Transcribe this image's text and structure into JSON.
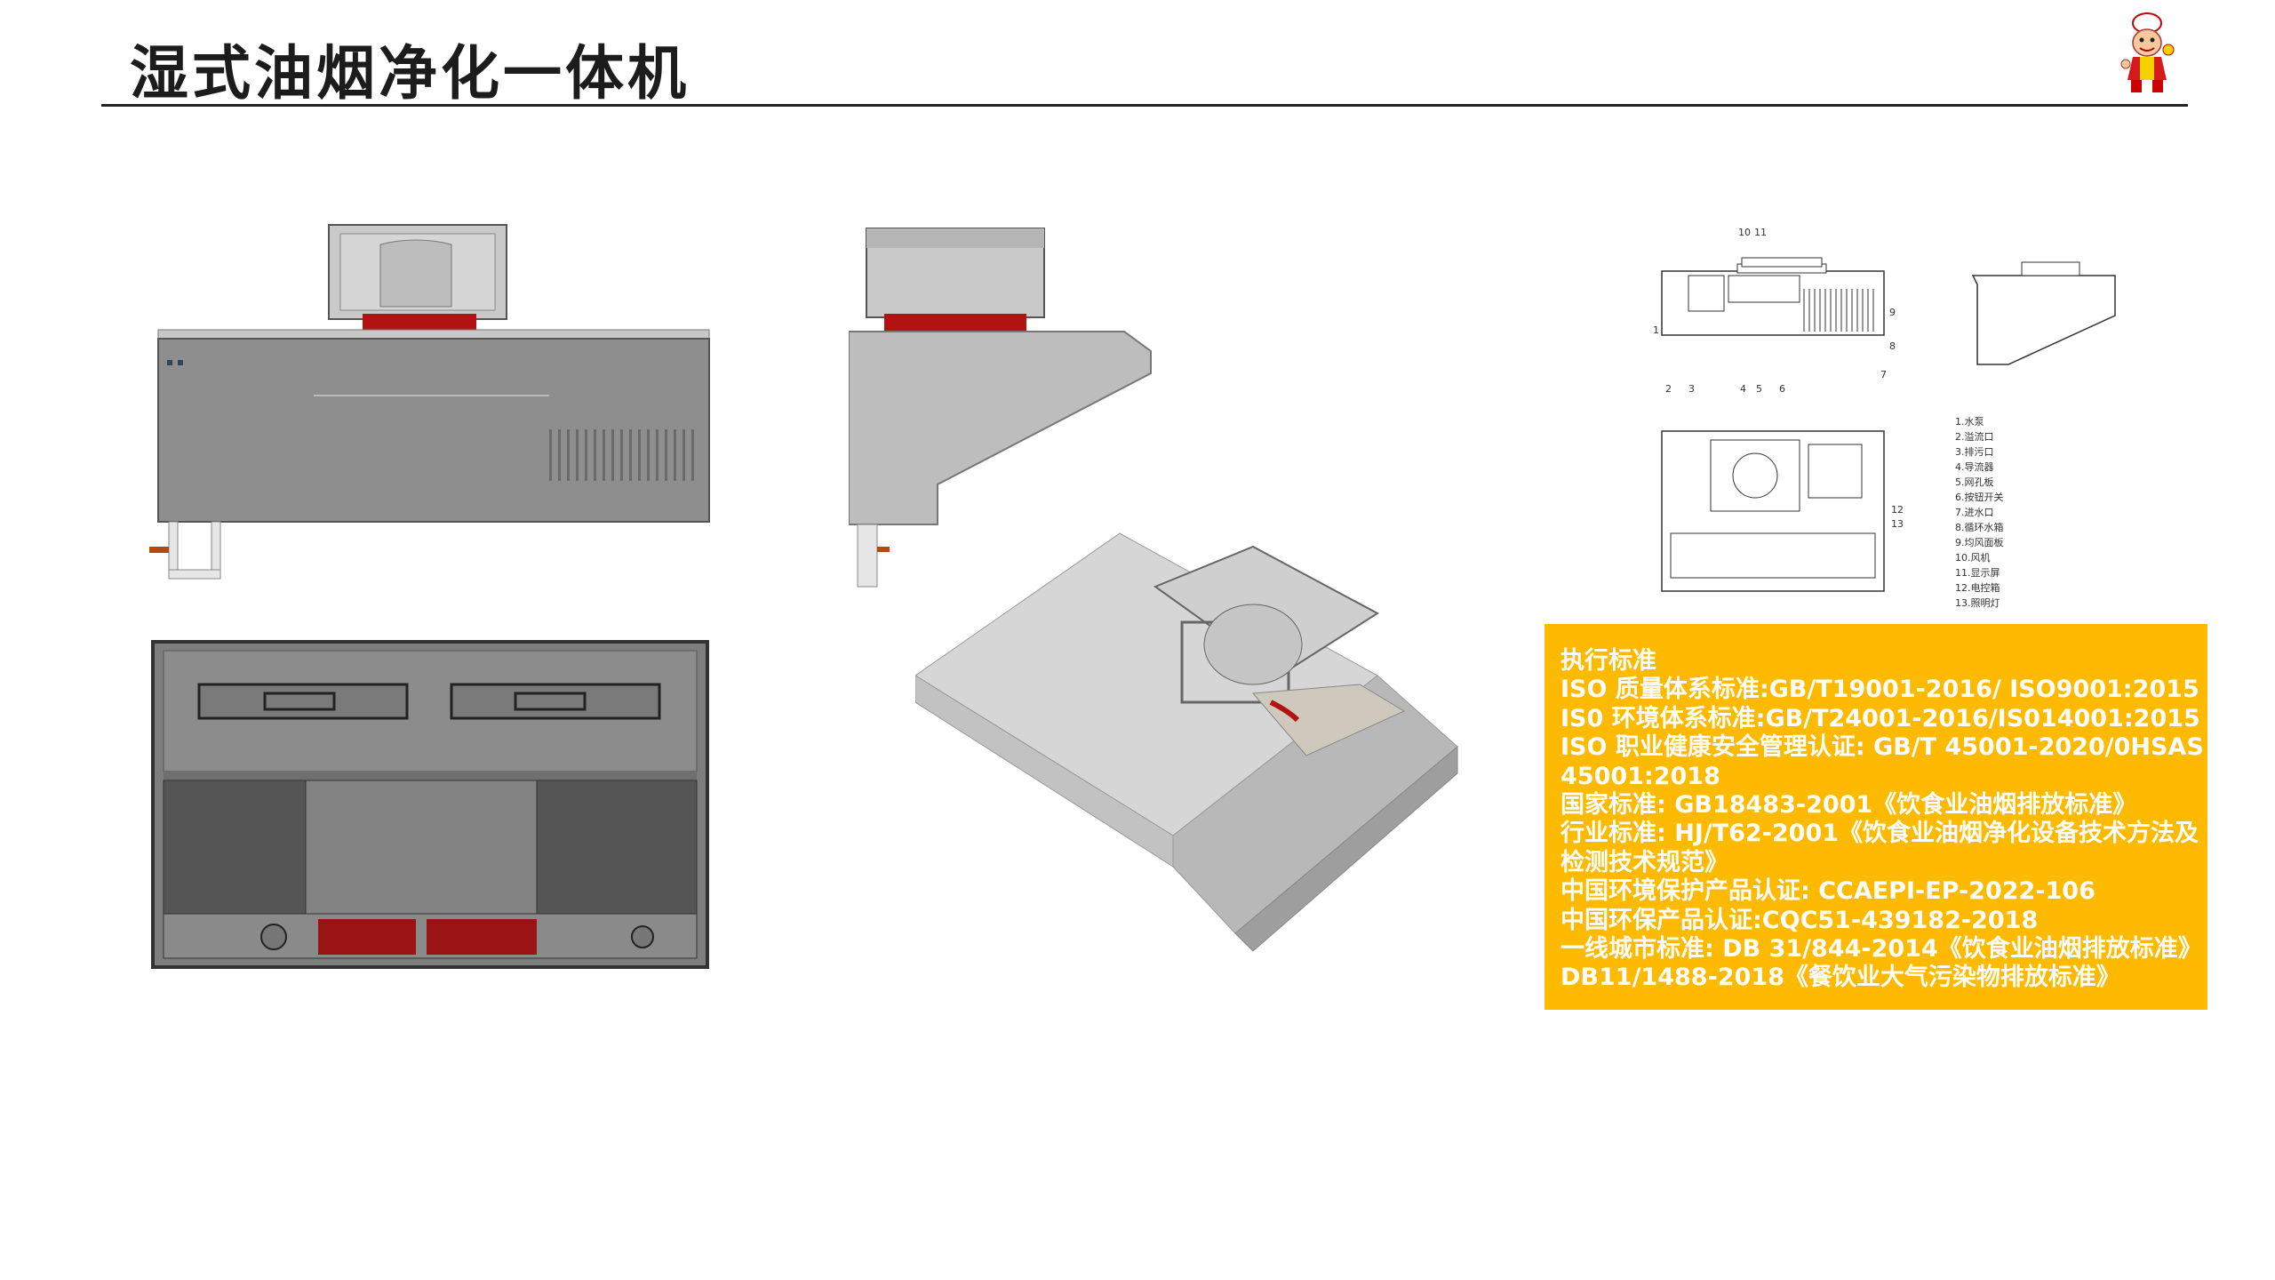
{
  "page": {
    "title": "湿式油烟净化一体机"
  },
  "logo": {
    "icon": "chef-mascot-icon"
  },
  "schematic": {
    "top_labels": [
      "10",
      "11"
    ],
    "left_labels": [
      "1",
      "2",
      "3",
      "4",
      "5",
      "6"
    ],
    "right_labels": [
      "9",
      "8",
      "7"
    ],
    "plan_labels": [
      "12",
      "13"
    ],
    "legend": [
      "1.水泵",
      "2.溢流口",
      "3.排污口",
      "4.导流器",
      "5.网孔板",
      "6.按钮开关",
      "7.进水口",
      "8.循环水箱",
      "9.均风面板",
      "10.风机",
      "11.显示屏",
      "12.电控箱",
      "13.照明灯"
    ]
  },
  "standards": {
    "lines": [
      "执行标准",
      "ISO 质量体系标准:GB/T19001-2016/ ISO9001:2015",
      "IS0 环境体系标准:GB/T24001-2016/IS014001:2015",
      "ISO 职业健康安全管理认证: GB/T 45001-2020/0HSAS",
      "45001:2018",
      "国家标准: GB18483-2001《饮食业油烟排放标准》",
      "行业标准: HJ/T62-2001《饮食业油烟净化设备技术方法及",
      "检测技术规范》",
      "中国环境保护产品认证: CCAEPI-EP-2022-106",
      "中国环保产品认证:CQC51-439182-2018",
      "一线城市标准: DB 31/844-2014《饮食业油烟排放标准》",
      "DB11/1488-2018《餐饮业大气污染物排放标准》"
    ],
    "colors": {
      "background": "#fdba00",
      "text": "#ffffff"
    }
  }
}
